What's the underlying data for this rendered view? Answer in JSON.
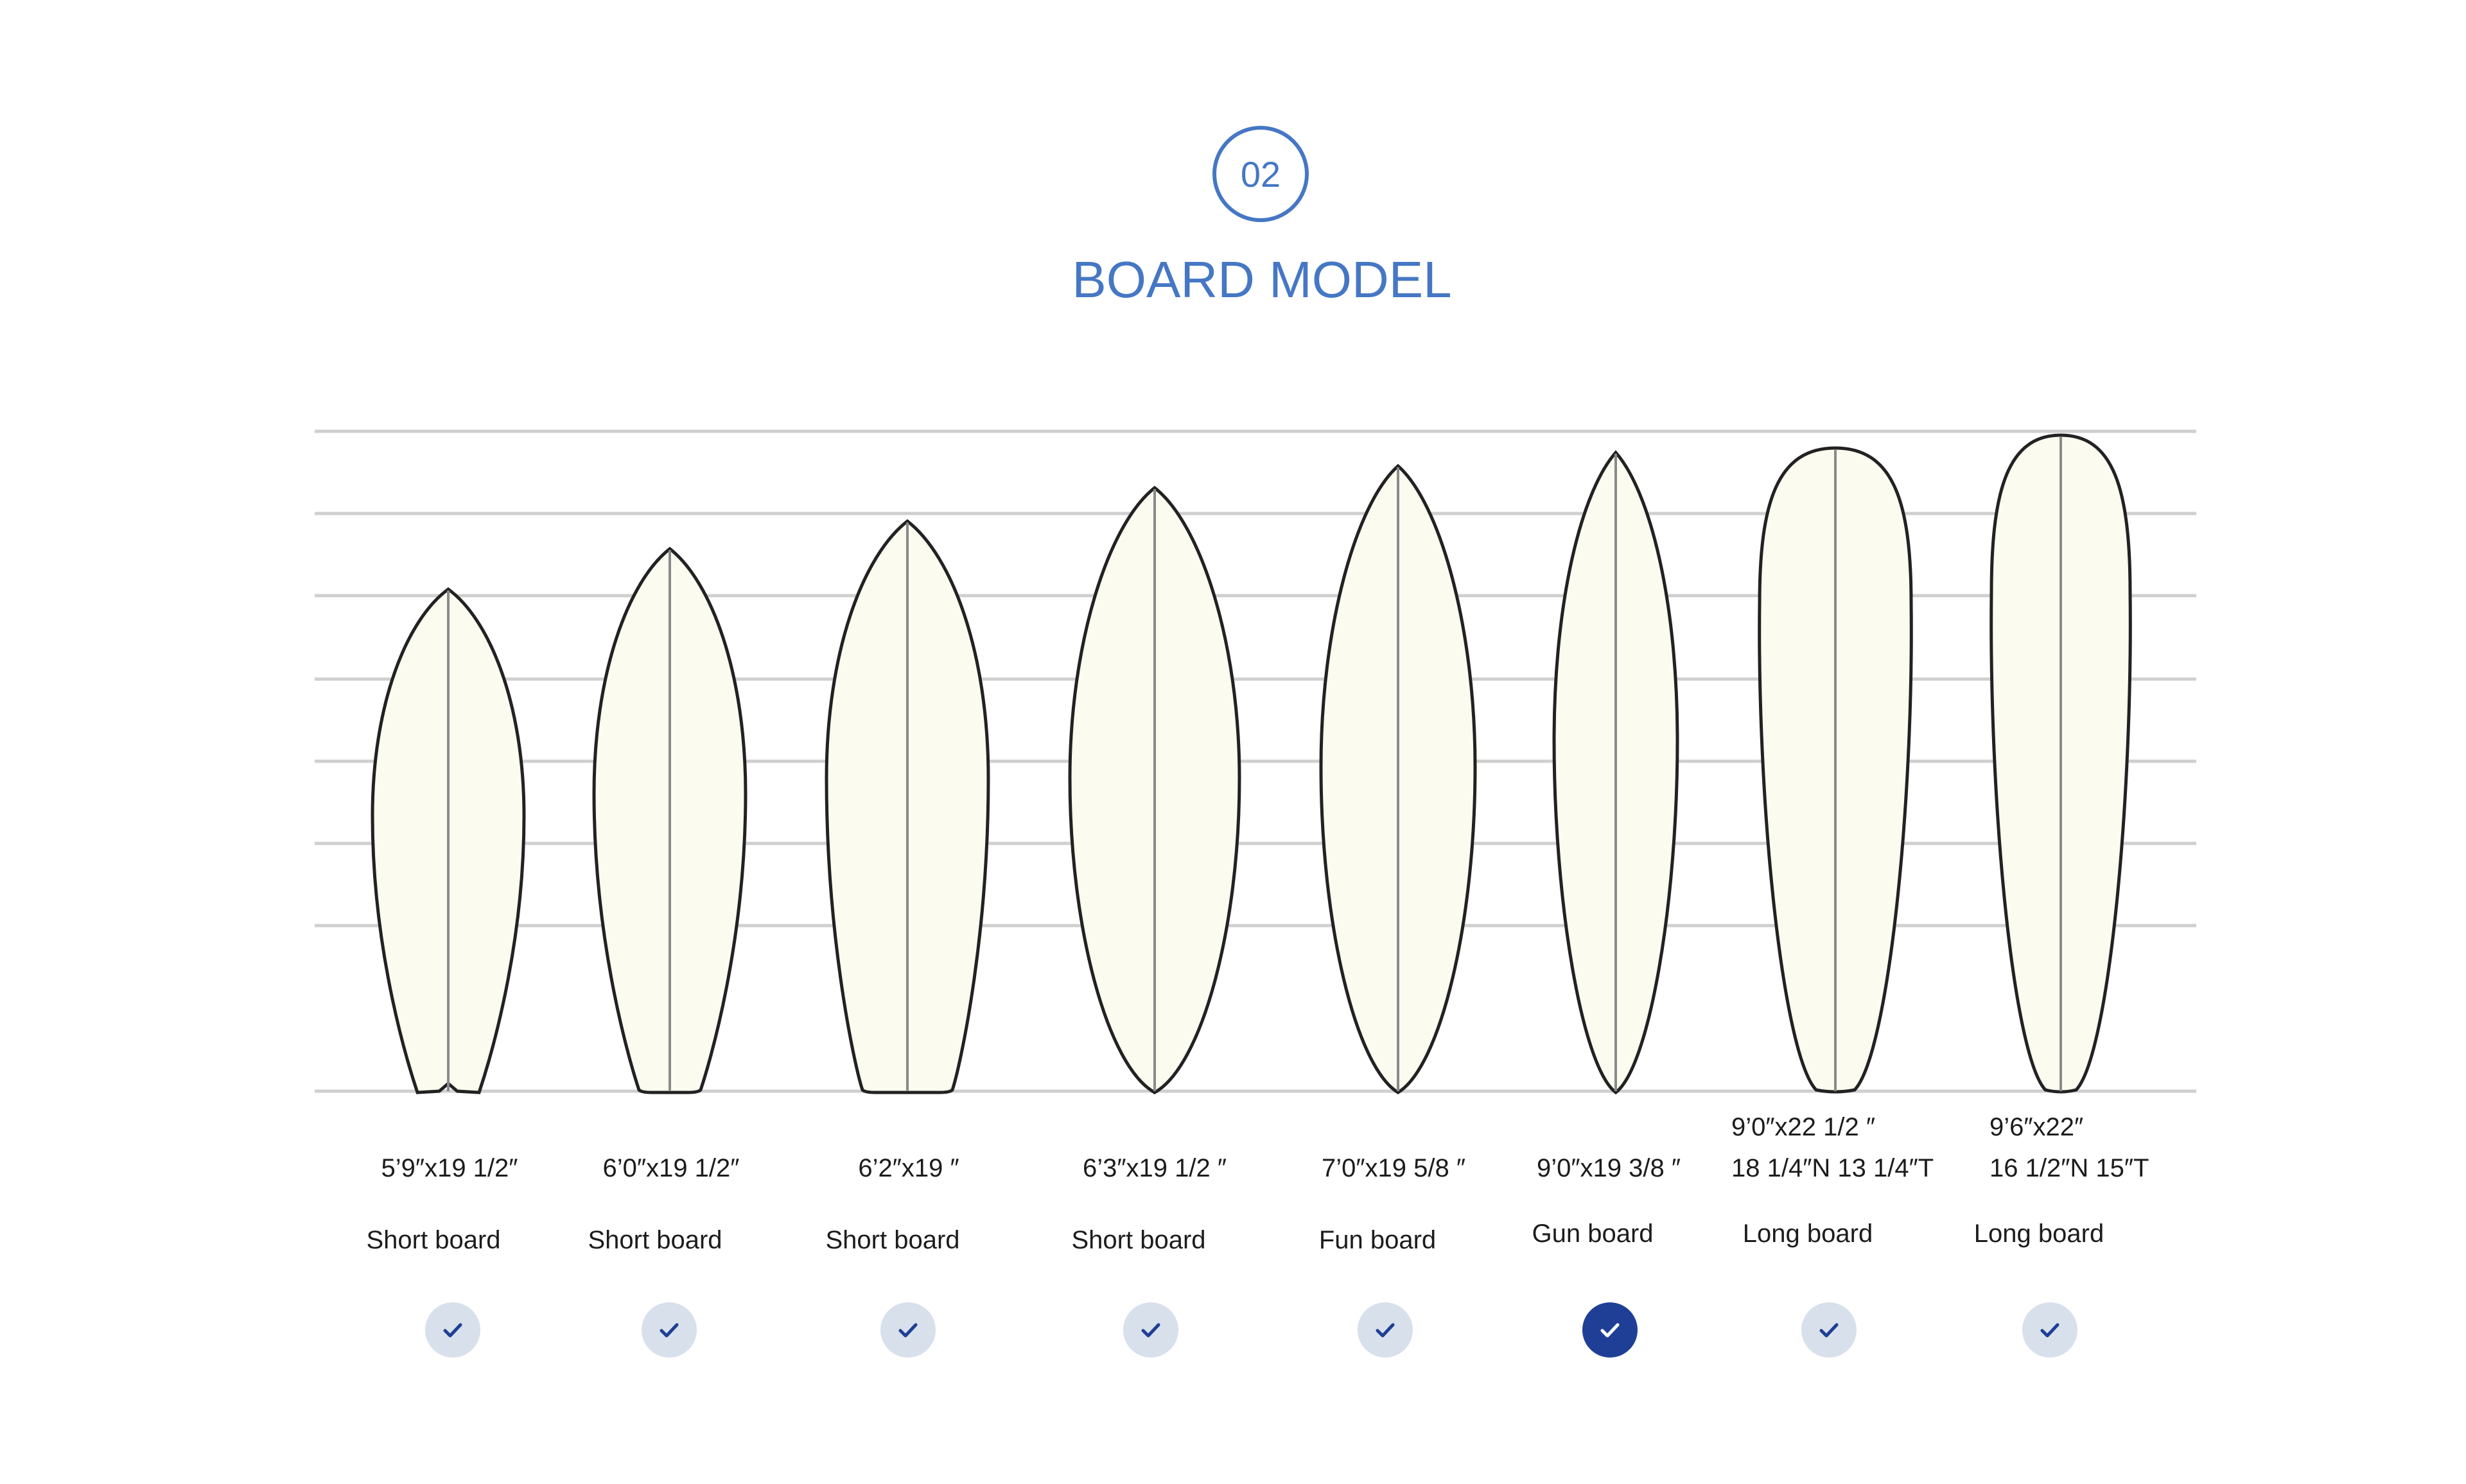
{
  "header": {
    "step_number": "02",
    "title": "BOARD MODEL"
  },
  "colors": {
    "accent": "#4577c4",
    "selected": "#1f3f96",
    "unselected_check_bg": "#d8e0ec",
    "check_unselected": "#1f3f96",
    "board_fill": "#fcfbf0",
    "board_outline": "#222222",
    "grid_line": "#cfcfcf"
  },
  "boards": [
    {
      "size_line1": "",
      "size_line2": "5’9″x19 1/2″",
      "type": "Short board",
      "selected": false,
      "length_ft": 5.75
    },
    {
      "size_line1": "",
      "size_line2": "6’0″x19 1/2″",
      "type": "Short board",
      "selected": false,
      "length_ft": 6.0
    },
    {
      "size_line1": "",
      "size_line2": "6’2″x19 ″",
      "type": "Short board",
      "selected": false,
      "length_ft": 6.17
    },
    {
      "size_line1": "",
      "size_line2": "6’3″x19 1/2 ″",
      "type": "Short board",
      "selected": false,
      "length_ft": 6.25
    },
    {
      "size_line1": "",
      "size_line2": "7’0″x19 5/8 ″",
      "type": "Fun board",
      "selected": false,
      "length_ft": 7.0
    },
    {
      "size_line1": "",
      "size_line2": "9’0″x19 3/8 ″",
      "type": "Gun board",
      "selected": true,
      "length_ft": 9.0
    },
    {
      "size_line1": "9’0″x22 1/2 ″",
      "size_line2": "18 1/4″N 13 1/4″T",
      "type": "Long board",
      "selected": false,
      "length_ft": 9.0
    },
    {
      "size_line1": "9’6″x22″",
      "size_line2": "16 1/2″N 15″T",
      "type": "Long board",
      "selected": false,
      "length_ft": 9.5
    }
  ]
}
